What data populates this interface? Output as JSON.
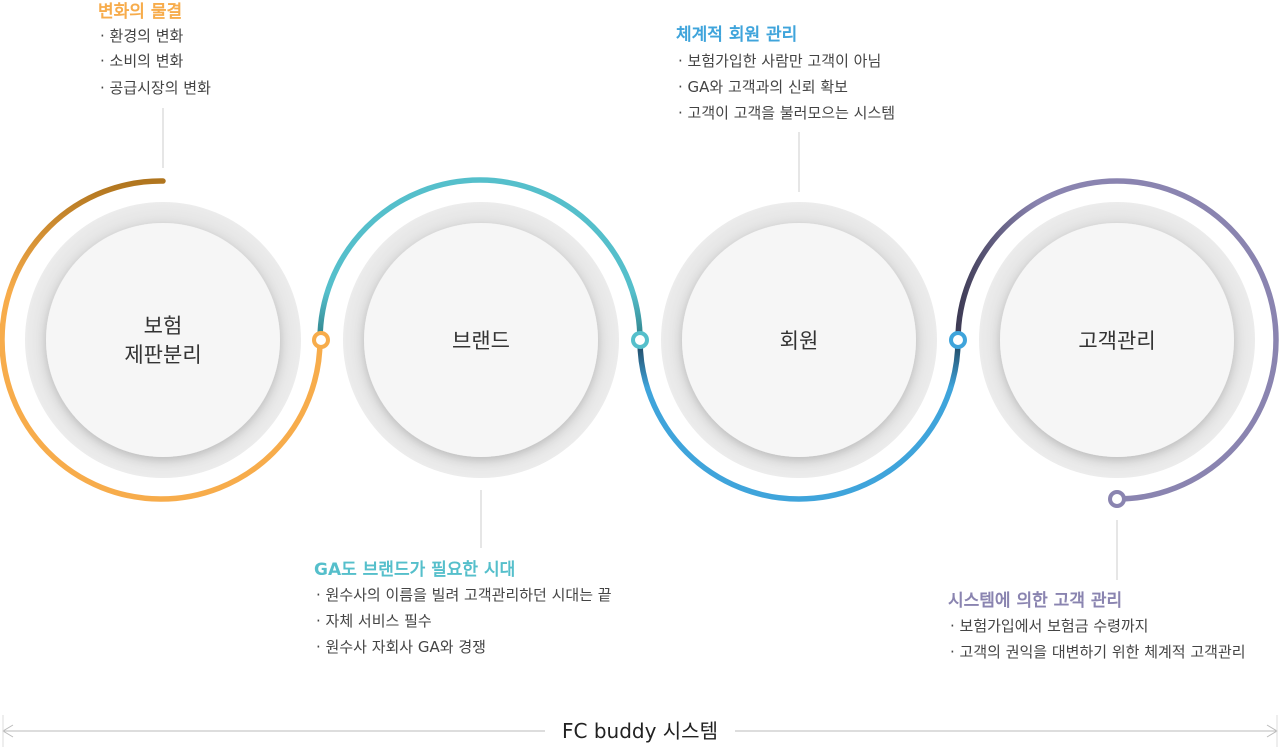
{
  "colors": {
    "orange": "#F7AC4B",
    "orange_dark": "#B0751E",
    "teal": "#55BFCB",
    "teal_dark": "#2F8089",
    "blue": "#3FA4DB",
    "blue_dark": "#1E3F57",
    "purple": "#8A84B0",
    "purple_dark": "#3E3B55",
    "text": "#444444",
    "circle_fill": "#EBEBEB",
    "circle_inner": "#F7F7F7"
  },
  "circles": [
    {
      "label": [
        "보험",
        "제판분리"
      ]
    },
    {
      "label": [
        "브랜드"
      ]
    },
    {
      "label": [
        "회원"
      ]
    },
    {
      "label": [
        "고객관리"
      ]
    }
  ],
  "callouts": [
    {
      "title": "변화의 물결",
      "title_color": "#F7AC4B",
      "items": [
        "· 환경의 변화",
        "· 소비의 변화",
        "· 공급시장의 변화"
      ]
    },
    {
      "title": "GA도 브랜드가 필요한 시대",
      "title_color": "#55BFCB",
      "items": [
        "· 원수사의 이름을 빌려 고객관리하던 시대는 끝",
        "· 자체 서비스 필수",
        "· 원수사 자회사 GA와 경쟁"
      ]
    },
    {
      "title": "체계적 회원 관리",
      "title_color": "#3FA4DB",
      "items": [
        "· 보험가입한 사람만 고객이 아님",
        "· GA와 고객과의 신뢰 확보",
        "· 고객이 고객을 불러모으는 시스템"
      ]
    },
    {
      "title": "시스템에 의한 고객 관리",
      "title_color": "#8A84B0",
      "items": [
        "· 보험가입에서 보험금 수령까지",
        "· 고객의 권익을 대변하기 위한 체계적 고객관리"
      ]
    }
  ],
  "footer": {
    "label": "FC buddy 시스템"
  }
}
